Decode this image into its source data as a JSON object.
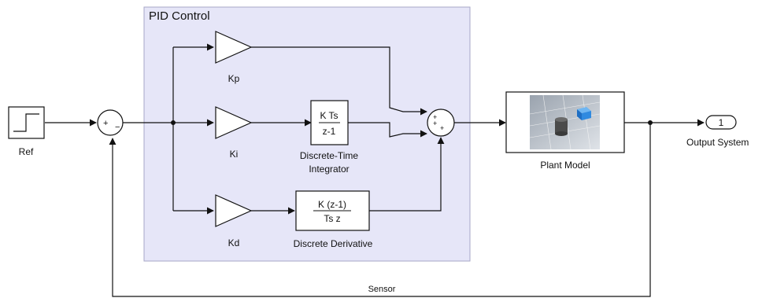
{
  "subsystem": {
    "title": "PID Control",
    "fill": "#e6e6f8",
    "border": "#a7a7c7"
  },
  "blocks": {
    "ref": {
      "label": "Ref"
    },
    "sum1": {
      "signs": [
        "+",
        "−"
      ]
    },
    "kp": {
      "label": "Kp"
    },
    "ki": {
      "label": "Ki"
    },
    "kd": {
      "label": "Kd"
    },
    "integrator": {
      "num": "K Ts",
      "den": "z-1",
      "label_line1": "Discrete-Time",
      "label_line2": "Integrator"
    },
    "derivative": {
      "num": "K (z-1)",
      "den": "Ts z",
      "label": "Discrete Derivative"
    },
    "sum2": {
      "signs": [
        "+",
        "+",
        "+"
      ]
    },
    "plant": {
      "label": "Plant Model"
    },
    "output": {
      "port_number": "1",
      "label": "Output System"
    }
  },
  "signals": {
    "feedback_label": "Sensor"
  },
  "icons": {
    "step": "step-icon",
    "plant": "3d-model-thumbnail-icon"
  }
}
